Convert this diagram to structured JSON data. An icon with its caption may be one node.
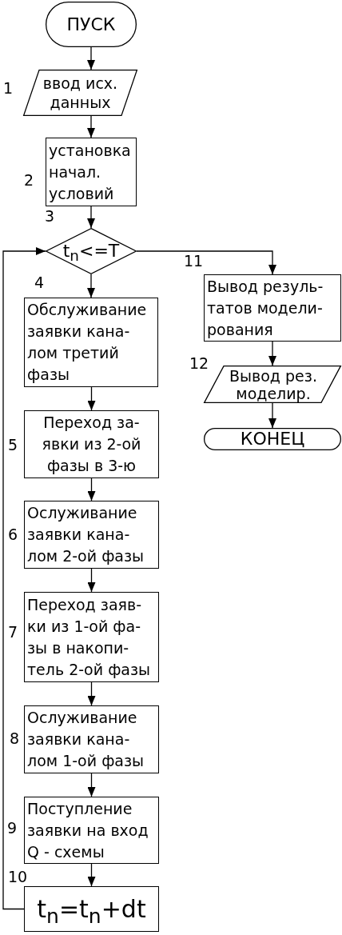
{
  "diagram": {
    "nodes": [
      {
        "text": [
          "ПУСК"
        ]
      },
      {
        "text": [
          "ввод исх. данных"
        ],
        "beside": [
          "1"
        ]
      },
      {
        "text": [
          "установка начал. условий"
        ],
        "beside": [
          "2"
        ]
      },
      {
        "text": [
          "t$_{n}$<=T"
        ],
        "beside": [
          "3"
        ]
      },
      {
        "text": [
          "Обслуживание заявки кана- лом третий фазы"
        ],
        "beside": [
          "4"
        ]
      },
      {
        "text": [
          "Переход за- явки из 2-ой фазы в 3-ю"
        ],
        "beside": [
          "5"
        ]
      },
      {
        "text": [
          "Ослуживание заявки кана- лом 2-ой фазы"
        ],
        "beside": [
          "6"
        ]
      },
      {
        "text": [
          "Переход заяв- ки из 1-ой фа- зы в накопи- тель 2-ой фазы"
        ],
        "beside": [
          "7"
        ]
      },
      {
        "text": [
          "Ослуживание заявки кана- лом 1-ой фазы"
        ],
        "beside": [
          "8"
        ]
      },
      {
        "text": [
          "Поступление заявки на вход Q - схемы"
        ],
        "beside": [
          "9"
        ]
      },
      {
        "text": [
          "t$_{n}$=t$_{n}$+dt"
        ],
        "beside": [
          "10"
        ]
      },
      {
        "text": [
          "Вывод резуль- татов модели- рования"
        ],
        "beside": [
          "11"
        ]
      },
      {
        "text": [
          "Вывод рез. моделир."
        ],
        "beside": [
          "12"
        ]
      },
      {
        "text": [
          "КОНЕЦ"
        ]
      }
    ],
    "edges": [
      {
        "from": 0,
        "to": 1,
        "arrow": "to"
      },
      {
        "from": 1,
        "to": 2,
        "arrow": "to"
      },
      {
        "from": 2,
        "to": 3,
        "arrow": "to"
      },
      {
        "from": 3,
        "to": 4,
        "arrow": "to"
      },
      {
        "from": 4,
        "to": 5,
        "arrow": "to"
      },
      {
        "from": 5,
        "to": 6,
        "arrow": "to"
      },
      {
        "from": 6,
        "to": 7,
        "arrow": "to"
      },
      {
        "from": 7,
        "to": 8,
        "arrow": "to"
      },
      {
        "from": 8,
        "to": 9,
        "arrow": "to"
      },
      {
        "from": 9,
        "to": 10,
        "arrow": "to"
      },
      {
        "from": 10,
        "to": 3,
        "arrow": "to"
      },
      {
        "from": 3,
        "to": 11,
        "arrow": "to"
      },
      {
        "from": 11,
        "to": 12,
        "arrow": "to"
      },
      {
        "from": 12,
        "to": 13,
        "arrow": "to"
      }
    ]
  }
}
